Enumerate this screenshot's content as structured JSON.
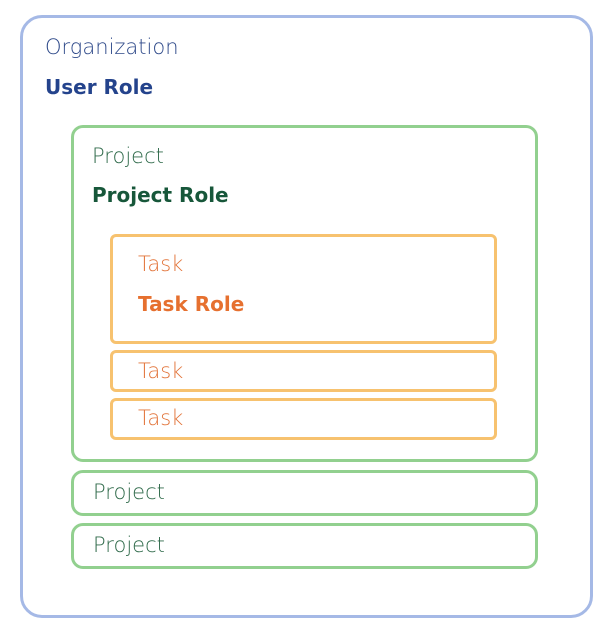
{
  "organization": {
    "label": "Organization",
    "role": "User Role"
  },
  "projects": [
    {
      "label": "Project",
      "role": "Project Role",
      "tasks": [
        {
          "label": "Task",
          "role": "Task Role"
        },
        {
          "label": "Task"
        },
        {
          "label": "Task"
        }
      ]
    },
    {
      "label": "Project"
    },
    {
      "label": "Project"
    }
  ],
  "colors": {
    "organization_border": "#a5b9e6",
    "organization_text": "#24438c",
    "project_border": "#92d08f",
    "project_text": "#17573a",
    "task_border": "#f7c26f",
    "task_text": "#e6702f"
  }
}
